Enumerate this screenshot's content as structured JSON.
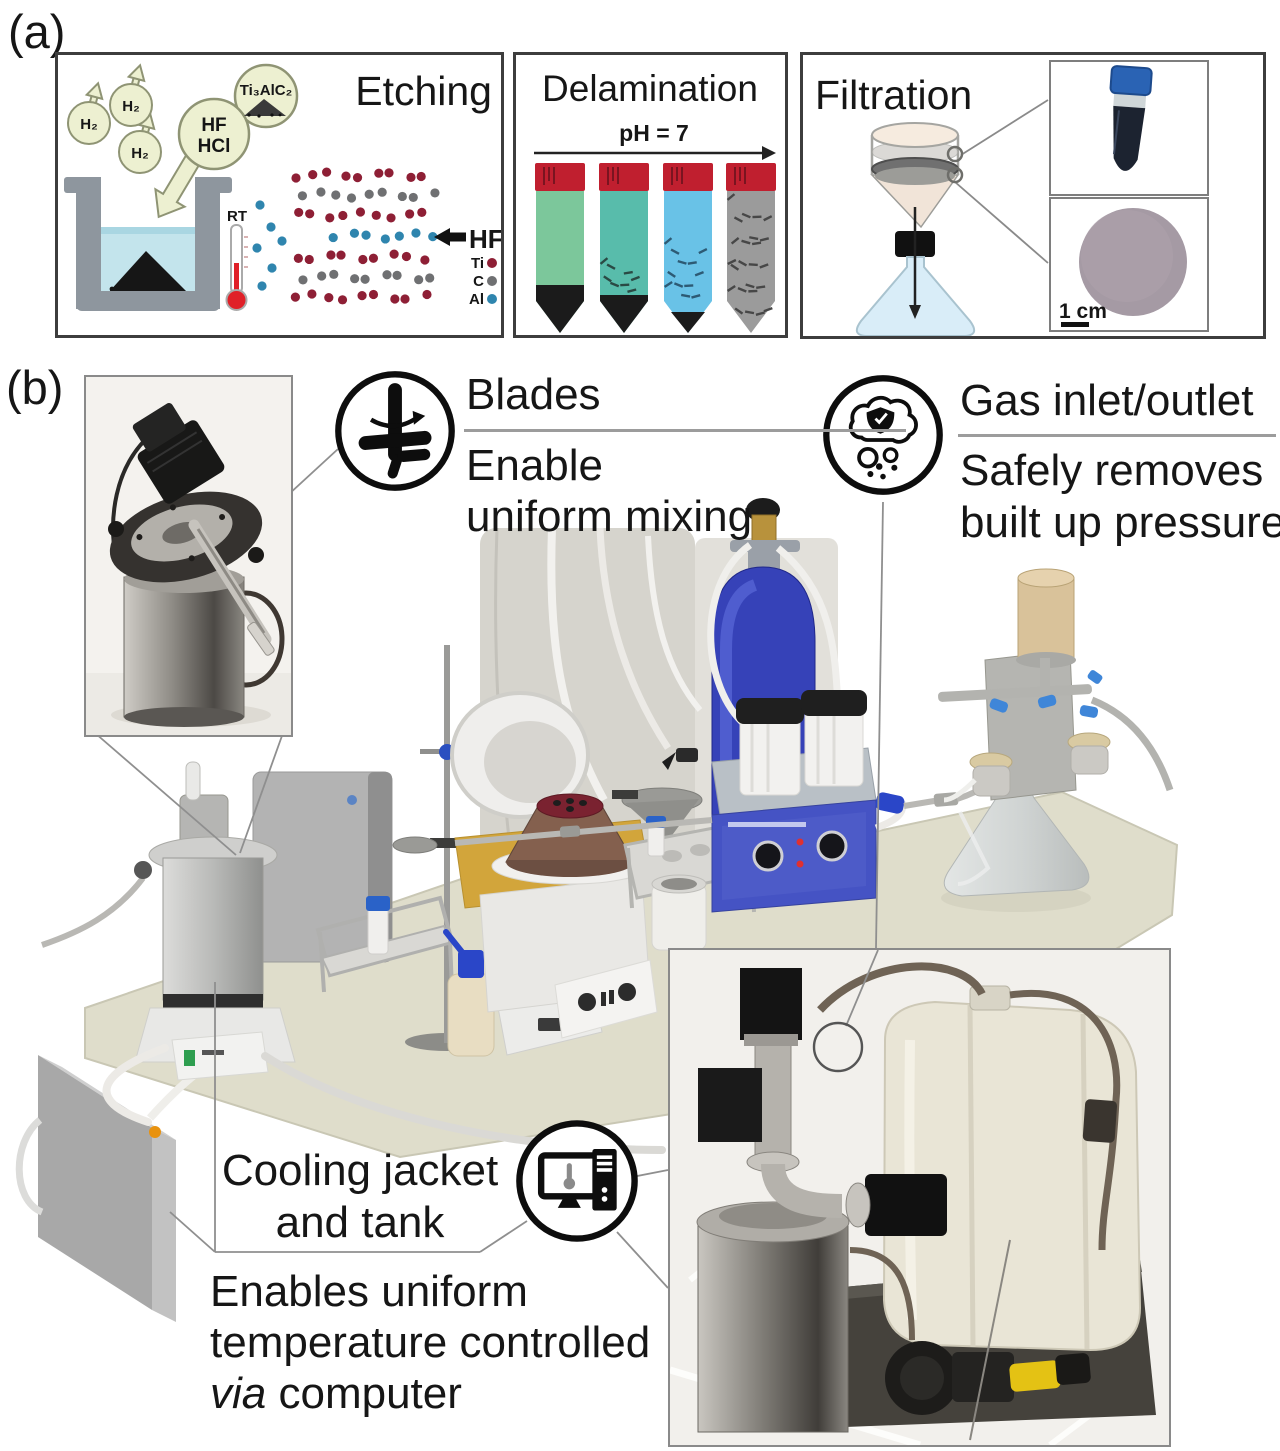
{
  "figure": {
    "panel_a_label": "(a)",
    "panel_b_label": "(b)"
  },
  "etching": {
    "title": "Etching",
    "bubble_h2": "H₂",
    "reagent_line1": "HF",
    "reagent_line2": "HCl",
    "compound": "Ti₃AlC₂",
    "thermometer_label": "RT",
    "arrow_label": "HF",
    "legend": [
      {
        "label": "Ti",
        "color": "#8e1f35"
      },
      {
        "label": "C",
        "color": "#6f7072"
      },
      {
        "label": "Al",
        "color": "#2f85ae"
      }
    ]
  },
  "delamination": {
    "title": "Delamination",
    "ph_label": "pH = 7",
    "cap_color": "#c01f2f",
    "tube_colors": [
      "#7cc79b",
      "#58bcab",
      "#69c2e7",
      "#9b9b9b"
    ]
  },
  "filtration": {
    "title": "Filtration",
    "scale_label": "1 cm"
  },
  "annotations": {
    "blades": {
      "title": "Blades",
      "desc_line1": "Enable",
      "desc_line2": "uniform mixing"
    },
    "gas": {
      "title": "Gas inlet/outlet",
      "desc_line1": "Safely removes",
      "desc_line2": "built up pressure"
    },
    "cooling": {
      "title_line1": "Cooling jacket",
      "title_line2": "and tank",
      "desc_line1": "Enables uniform",
      "desc_line2": "temperature controlled",
      "desc_line3_italic": "via",
      "desc_line3_rest": " computer"
    }
  },
  "colors": {
    "atom_ti": "#8e1f35",
    "atom_c": "#6f7072",
    "atom_al": "#2f85ae",
    "bubble_fill": "#edf0d1",
    "gas_cylinder": "#3642b8",
    "ultrasonic_front": "#4553c4",
    "centrifuge_platform": "#d2a53b",
    "rotor_top": "#7a2230",
    "bench": "#dfddcb"
  }
}
